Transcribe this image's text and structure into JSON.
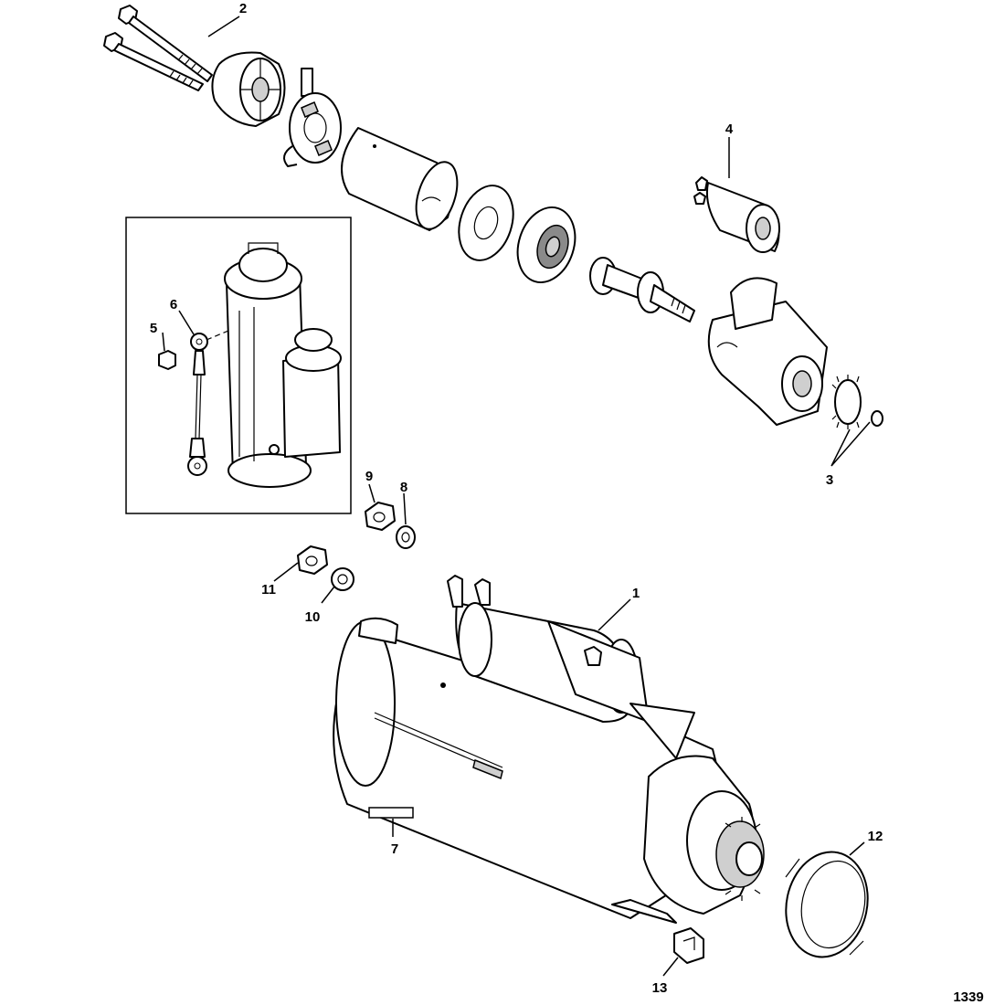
{
  "callouts": {
    "c1": "1",
    "c2": "2",
    "c3": "3",
    "c4": "4",
    "c5": "5",
    "c6": "6",
    "c7": "7",
    "c8": "8",
    "c9": "9",
    "c10": "10",
    "c11": "11",
    "c12": "12",
    "c13": "13"
  },
  "figure_number": "1339"
}
